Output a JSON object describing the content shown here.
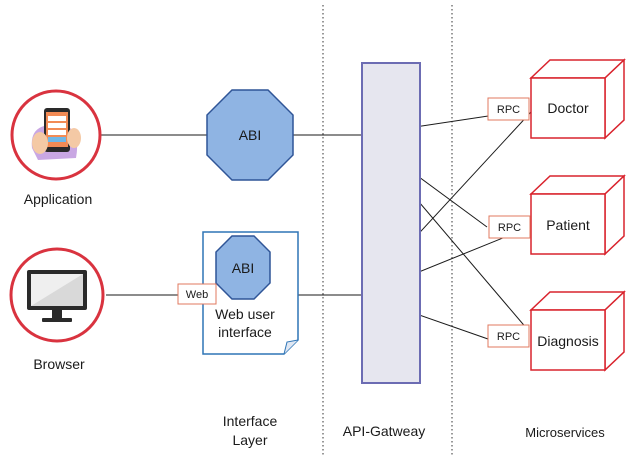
{
  "clients": {
    "application_label": "Application",
    "browser_label": "Browser"
  },
  "interface_layer": {
    "abi_top_label": "ABI",
    "abi_doc_label": "ABI",
    "web_ui_line1": "Web user",
    "web_ui_line2": "interface",
    "web_tag": "Web",
    "column_label_line1": "Interface",
    "column_label_line2": "Layer"
  },
  "gateway": {
    "column_label": "API-Gatweay"
  },
  "microservices": {
    "column_label": "Microservices",
    "services": [
      {
        "name": "Doctor",
        "tag": "RPC"
      },
      {
        "name": "Patient",
        "tag": "RPC"
      },
      {
        "name": "Diagnosis",
        "tag": "RPC"
      }
    ]
  },
  "colors": {
    "client_circle_border": "#d9333f",
    "abi_fill": "#8fb4e3",
    "abi_border": "#2f5597",
    "document_border": "#2e75b6",
    "gateway_fill": "#e6e6ef",
    "gateway_border": "#6c6cb3",
    "service_border": "#d9232d",
    "tag_border": "#e07a5f"
  }
}
